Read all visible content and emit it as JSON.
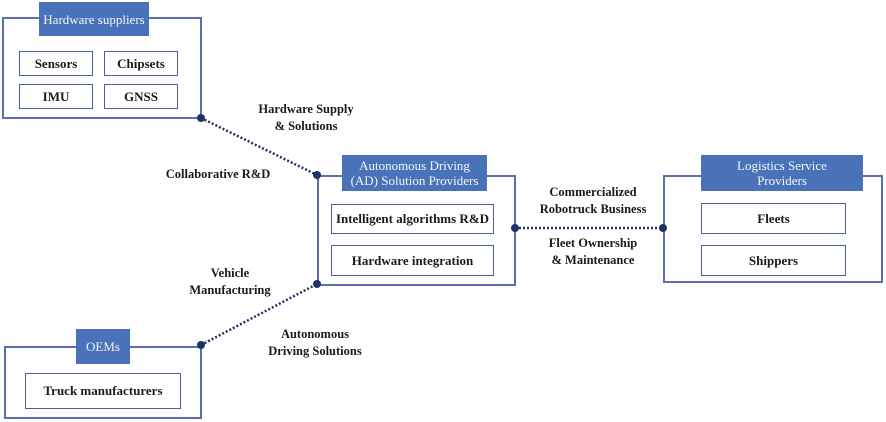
{
  "colors": {
    "header_fill": "#4a72b8",
    "border": "#5b6fb0",
    "connector": "#1f3266"
  },
  "groups": {
    "hardware": {
      "title": "Hardware suppliers",
      "items": [
        "Sensors",
        "Chipsets",
        "IMU",
        "GNSS"
      ]
    },
    "ad": {
      "title_line1": "Autonomous Driving",
      "title_line2": "(AD) Solution Providers",
      "items": [
        "Intelligent algorithms R&D",
        "Hardware integration"
      ]
    },
    "logistics": {
      "title_line1": "Logistics Service",
      "title_line2": "Providers",
      "items": [
        "Fleets",
        "Shippers"
      ]
    },
    "oems": {
      "title": "OEMs",
      "items": [
        "Truck manufacturers"
      ]
    }
  },
  "links": {
    "hardware_ad": {
      "label_a1": "Hardware Supply",
      "label_a2": "& Solutions",
      "label_b": "Collaborative R&D"
    },
    "ad_logistics": {
      "label_a1": "Commercialized",
      "label_a2": "Robotruck Business",
      "label_b1": "Fleet Ownership",
      "label_b2": "& Maintenance"
    },
    "oems_ad": {
      "label_a1": "Vehicle",
      "label_a2": "Manufacturing",
      "label_b1": "Autonomous",
      "label_b2": "Driving Solutions"
    }
  }
}
